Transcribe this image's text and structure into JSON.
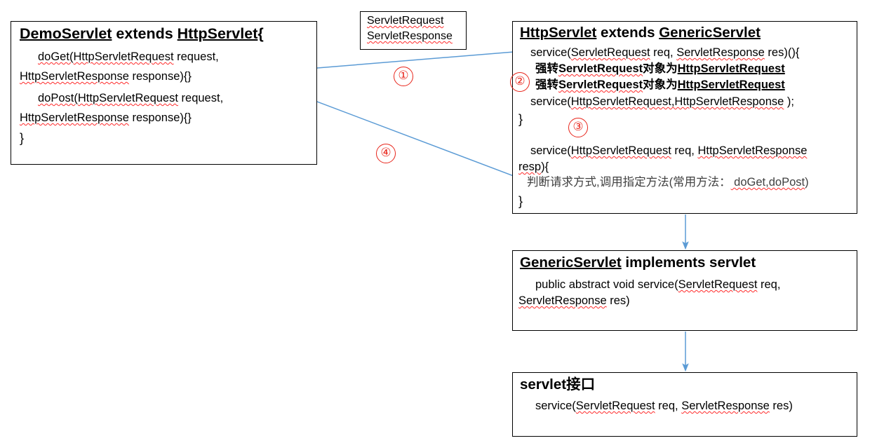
{
  "meta": {
    "diagram_title": "Servlet inheritance / request dispatch diagram",
    "accent_arrow_color": "#5B9BD5",
    "step_marker_color": "#E8251B",
    "box_border_color": "#000000",
    "spellcheck_underline_color": "#FF2A2A"
  },
  "demo_servlet_box": {
    "title_a": "DemoServlet",
    "title_b": " extends ",
    "title_c": "HttpServlet",
    "title_d": "{",
    "line1_a": "doGet(",
    "line1_b": "HttpServletRequest",
    "line1_c": " request,",
    "line2_a": "HttpServletResponse",
    "line2_b": " response)",
    "line2_c": "{}",
    "line3_a": "doPost(",
    "line3_b": "HttpServletRequest",
    "line3_c": " request,",
    "line4_a": "HttpServletResponse",
    "line4_b": " response)",
    "line4_c": "{}",
    "line5": "}"
  },
  "servlet_types_box": {
    "line1": "ServletRequest",
    "line2": "ServletResponse"
  },
  "http_servlet_box": {
    "title_a": "HttpServlet",
    "title_b": " extends ",
    "title_c": "GenericServlet",
    "line1_a": "service(",
    "line1_b": "ServletRequest",
    "line1_c": " req, ",
    "line1_d": "ServletResponse",
    "line1_e": " res)(){",
    "cast_line_1_a": "强转",
    "cast_line_1_b": "ServletRequest",
    "cast_line_1_c": "对象为",
    "cast_line_1_d": "HttpServletRequest",
    "cast_line_2_a": "强转",
    "cast_line_2_b": "ServletRequest",
    "cast_line_2_c": "对象为",
    "cast_line_2_d": "HttpServletRequest",
    "inner_call_a": "service(",
    "inner_call_b": "HttpServletRequest,HttpServletResponse",
    "inner_call_c": " );",
    "close_brace_1": "}",
    "line6_a": "service(",
    "line6_b": "HttpServletRequest",
    "line6_c": " req, ",
    "line6_d": "HttpServletResponse",
    "line7_a": "resp",
    "line7_b": "){",
    "line8_a": "判断请求方式,调用指定方法(常用方法：",
    "line8_b": " doGet,doPost",
    "line8_c": ")",
    "close_brace_2": "}"
  },
  "generic_servlet_box": {
    "title_a": "GenericServlet",
    "title_b": "  implements  servlet",
    "line1_a": "public abstract void service(",
    "line1_b": "ServletRequest",
    "line1_c": " req,",
    "line2_a": "ServletResponse",
    "line2_b": " res)"
  },
  "servlet_interface_box": {
    "title_a": "servlet",
    "title_b": "接口",
    "line1_a": "service(",
    "line1_b": "ServletRequest",
    "line1_c": " req, ",
    "line1_d": "ServletResponse",
    "line1_e": " res)"
  },
  "step_markers": {
    "one": "①",
    "two": "②",
    "three": "③",
    "four": "④"
  }
}
